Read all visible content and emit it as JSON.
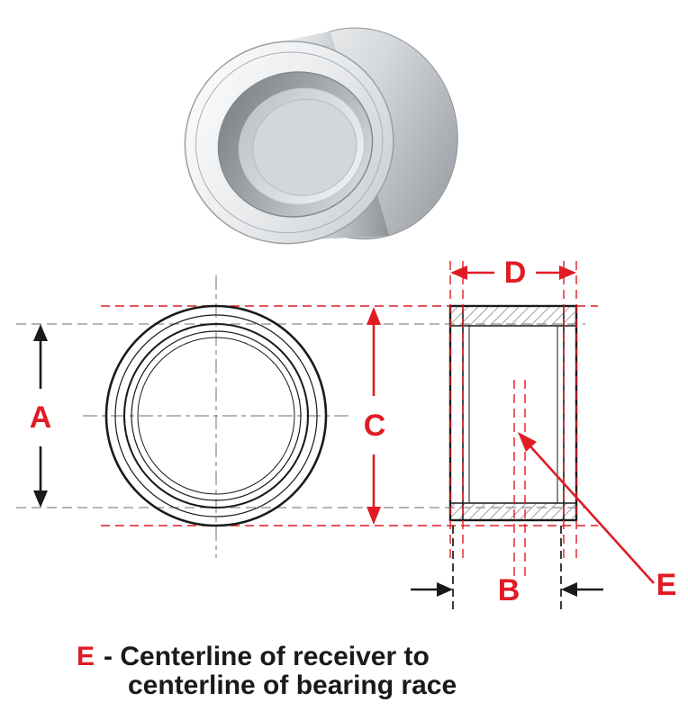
{
  "labels": {
    "a": "A",
    "b": "B",
    "c": "C",
    "d": "D",
    "e_pointer": "E"
  },
  "caption": {
    "e": "E",
    "line1_rest": "- Centerline of  receiver to",
    "line2": "centerline of bearing race"
  },
  "colors": {
    "red": "#e01b24",
    "line_gray": "#8a8a8a",
    "black": "#1a1a1a"
  }
}
